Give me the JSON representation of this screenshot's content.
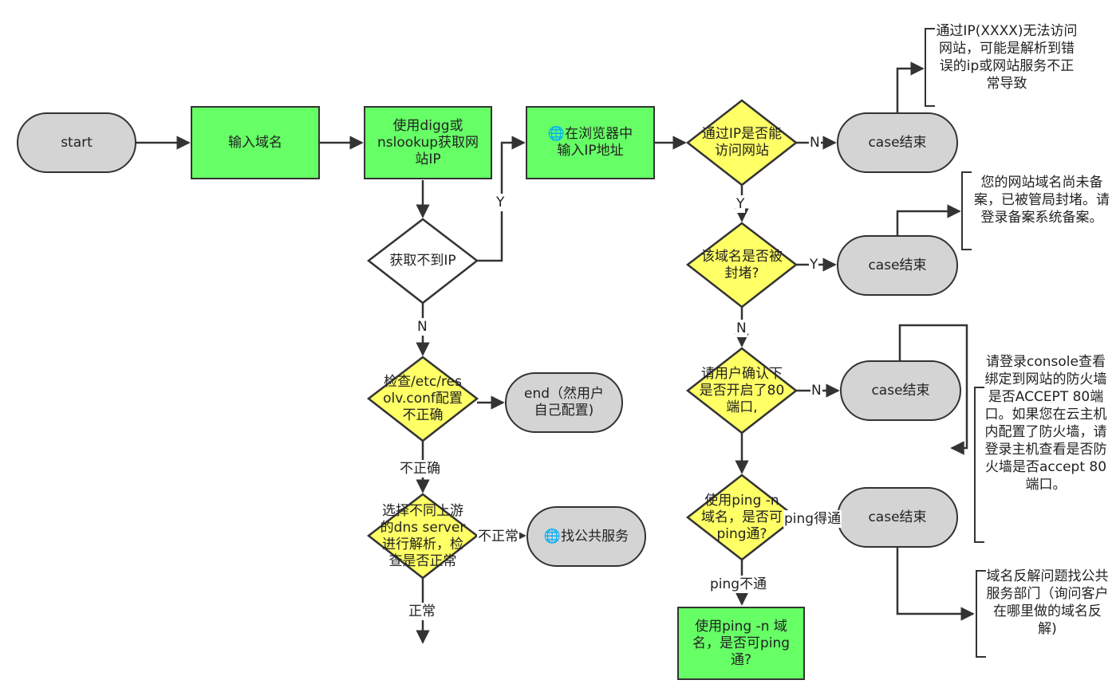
{
  "colors": {
    "terminal_fill": "#d4d4d4",
    "process_fill": "#66ff66",
    "decision_fill": "#ffff66",
    "decision_plain_fill": "#ffffff",
    "stroke": "#333333"
  },
  "nodes": {
    "start": "start",
    "enter_domain": "输入域名",
    "use_dig": "使用digg或nslookup获取网站IP",
    "browser_ip": "🌐在浏览器中输入IP地址",
    "ip_access": "通过IP是否能访问网站",
    "domain_blocked": "该域名是否被封堵?",
    "port80": "请用户确认下是否开启了80端口,",
    "ping_decision": "使用ping -n 域名，是否可ping通?",
    "ping_process": "使用ping -n 域名，是否可ping通?",
    "get_ip_fail": "获取不到IP",
    "check_resolv": "检查/etc/resolv.conf配置不正确",
    "end_custom": "end（然用户自己配置)",
    "select_dns": "选择不同上游的dns server进行解析，检查是否正常",
    "public_service": "🌐找公共服务",
    "case_end_1": "case结束",
    "case_end_2": "case结束",
    "case_end_3": "case结束",
    "case_end_4": "case结束"
  },
  "edge_labels": {
    "y_to_browser": "Y",
    "n_from_getip": "N",
    "incorrect": "不正确",
    "incorrect_right": "不正常",
    "normal": "正常",
    "n_ip_access": "N",
    "y_ip_access": "Y",
    "y_blocked": "Y",
    "n_blocked": "N",
    "n_port80": "N",
    "ping_ok": "ping得通",
    "ping_fail": "ping不通"
  },
  "notes": {
    "note1": "通过IP(XXXX)无法访问网站，可能是解析到错误的ip或网站服务不正常导致",
    "note2": "您的网站域名尚未备案，已被管局封堵。请登录备案系统备案。",
    "note3": "请登录console查看绑定到网站的防火墙是否ACCEPT 80端口。如果您在云主机内配置了防火墙，请登录主机查看是否防火墙是否accept 80端口。",
    "note4": "域名反解问题找公共服务部门（询问客户在哪里做的域名反解)"
  }
}
